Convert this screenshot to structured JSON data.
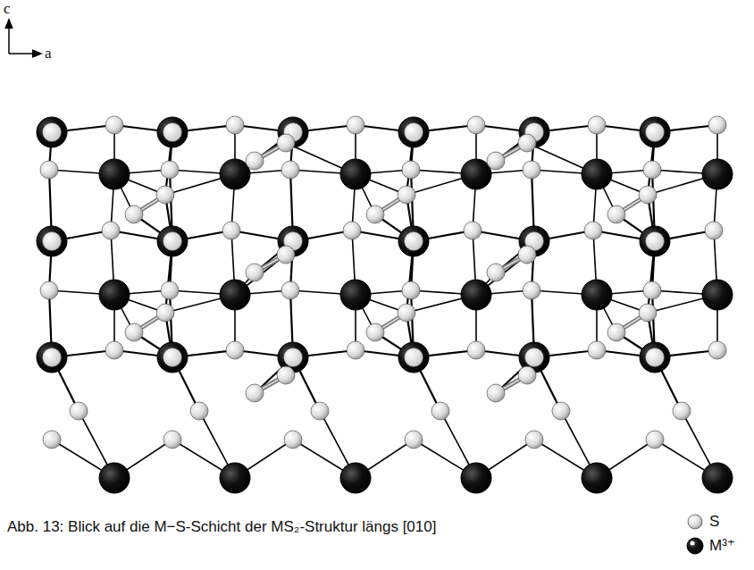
{
  "diagram": {
    "caption": "Abb. 13: Blick auf die M−S-Schicht der MS₂-Struktur längs [010]",
    "labels": [
      "c",
      "a"
    ],
    "legend": [
      {
        "text": "S"
      },
      {
        "text": "M³⁺"
      }
    ]
  }
}
